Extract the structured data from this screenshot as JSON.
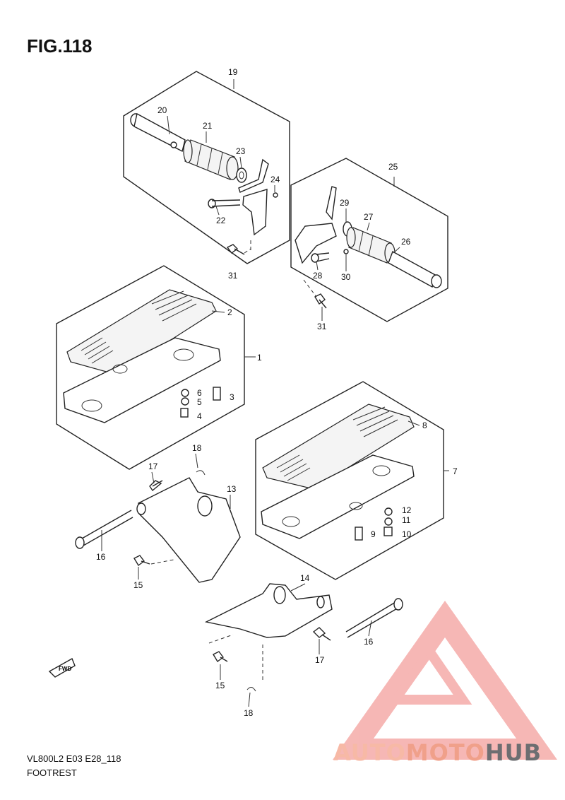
{
  "figure": {
    "title": "FIG.118"
  },
  "callouts": [
    "19",
    "20",
    "21",
    "23",
    "24",
    "22",
    "31",
    "25",
    "29",
    "27",
    "26",
    "28",
    "30",
    "31",
    "2",
    "1",
    "6",
    "3",
    "5",
    "4",
    "8",
    "7",
    "18",
    "17",
    "13",
    "12",
    "11",
    "9",
    "10",
    "16",
    "15",
    "14",
    "16",
    "17",
    "15",
    "18"
  ],
  "footer": {
    "model_code": "VL800L2 E03 E28_118",
    "section_name": "FOOTREST"
  },
  "badges": {
    "fwd": "FWD"
  },
  "watermark": {
    "text_a": "AUTO",
    "text_b": "MOTO",
    "text_c": "HUB",
    "colors": {
      "auto": "#f7b9a6",
      "moto": "#f0a08a",
      "hub": "#6d6e71",
      "triangle": "#f4a6a3"
    }
  }
}
